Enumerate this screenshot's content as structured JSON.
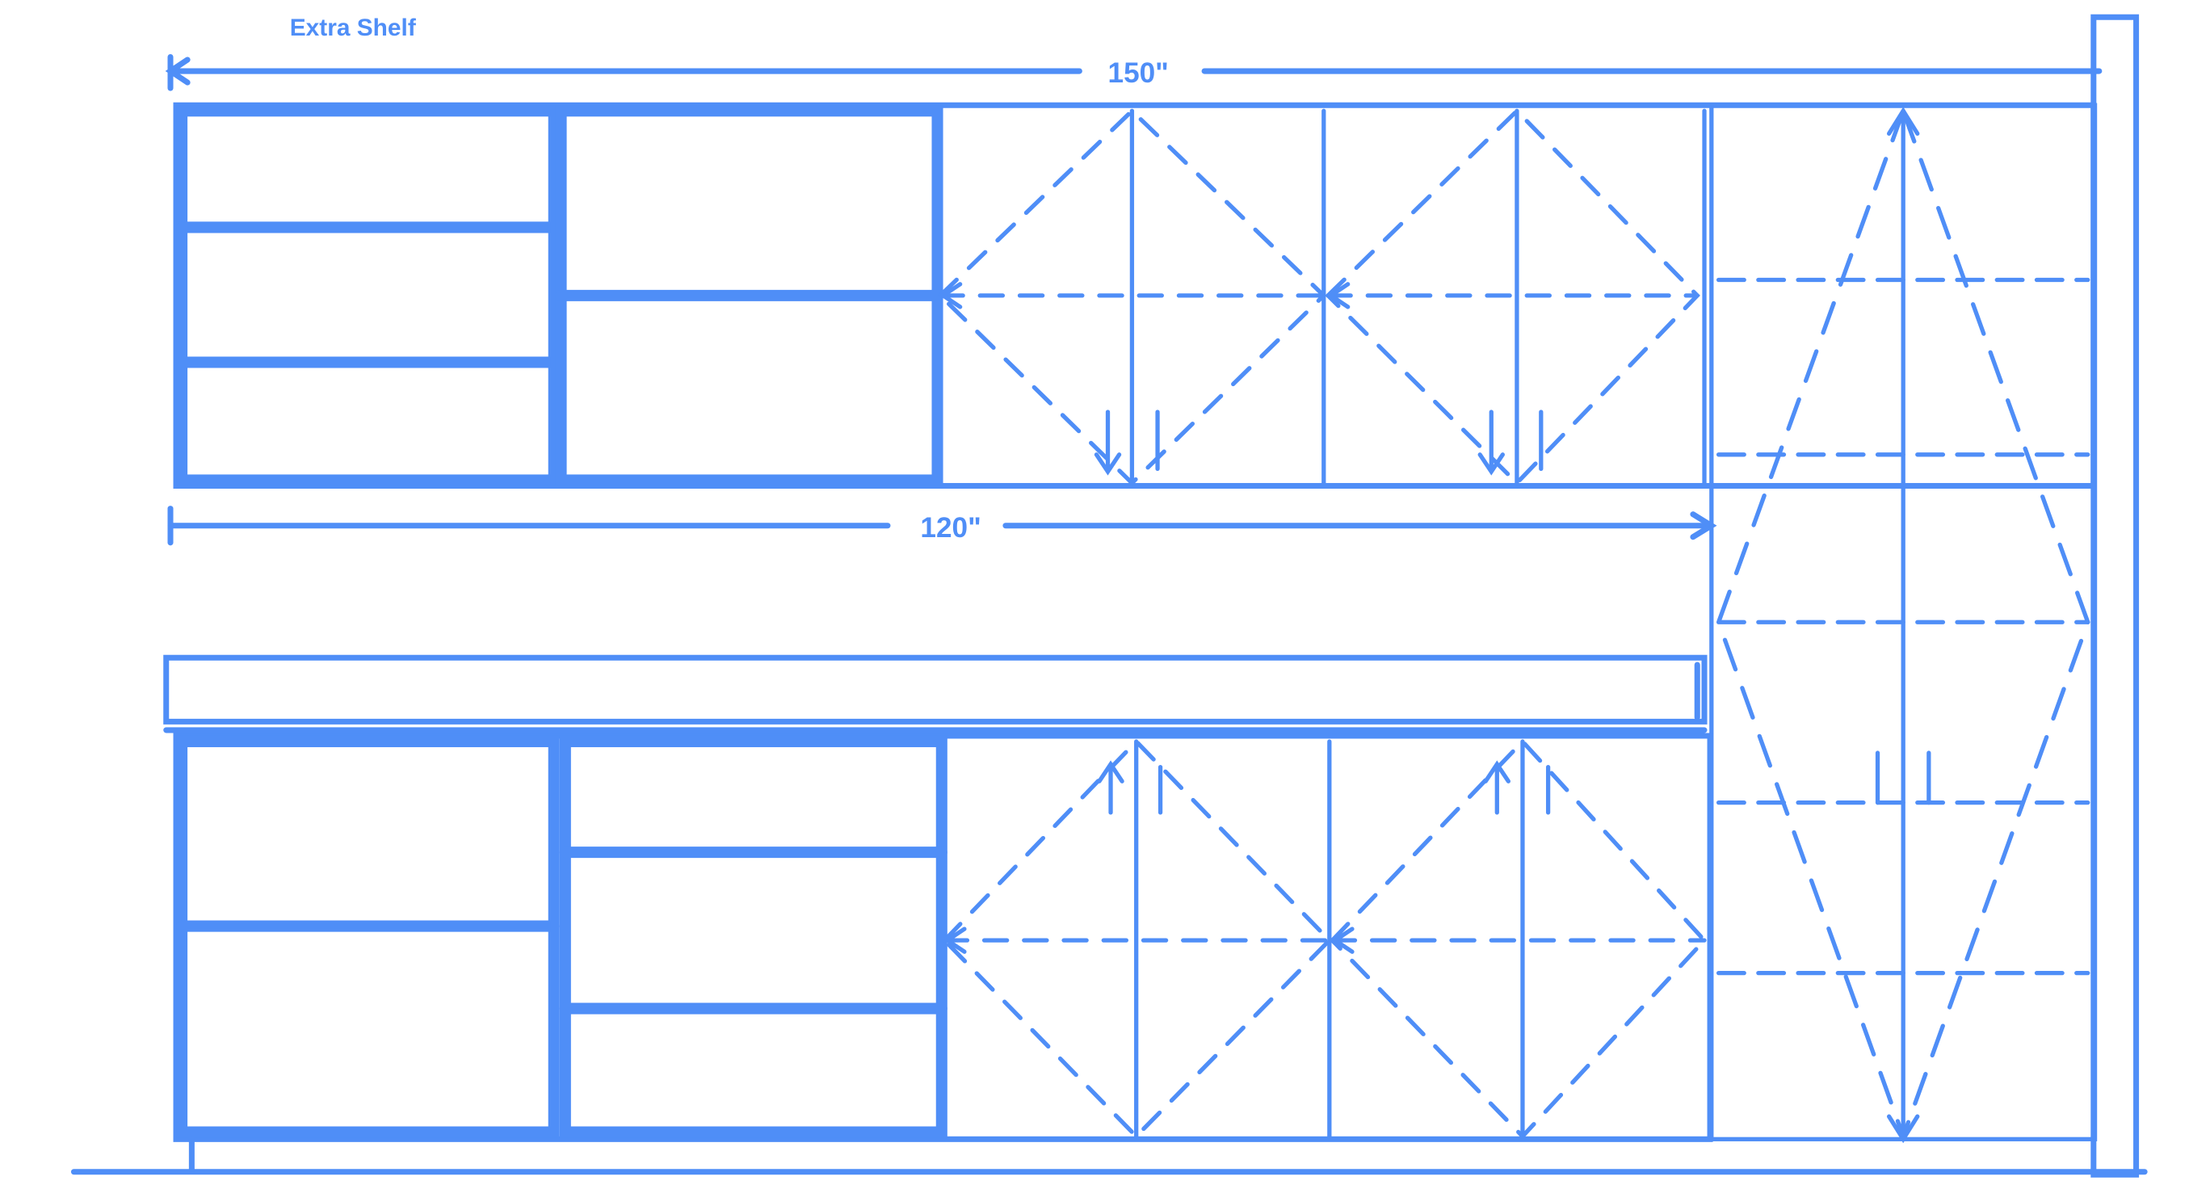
{
  "annotations": {
    "extra_shelf": "Extra Shelf",
    "upper_width": "150\"",
    "lower_width": "120\""
  },
  "style": {
    "line_color": "#4F8EF7",
    "background": "#FFFFFF"
  },
  "elements": {
    "upper_cabinets": [
      "drawer-stack-3",
      "drawer-stack-2",
      "double-door",
      "double-door"
    ],
    "lower_cabinets": [
      "drawer-stack-2",
      "drawer-stack-3",
      "double-door",
      "double-door"
    ],
    "tall_cabinet": "double-door-with-5-shelves",
    "countertop": "countertop",
    "side_panel": "end-panel"
  }
}
